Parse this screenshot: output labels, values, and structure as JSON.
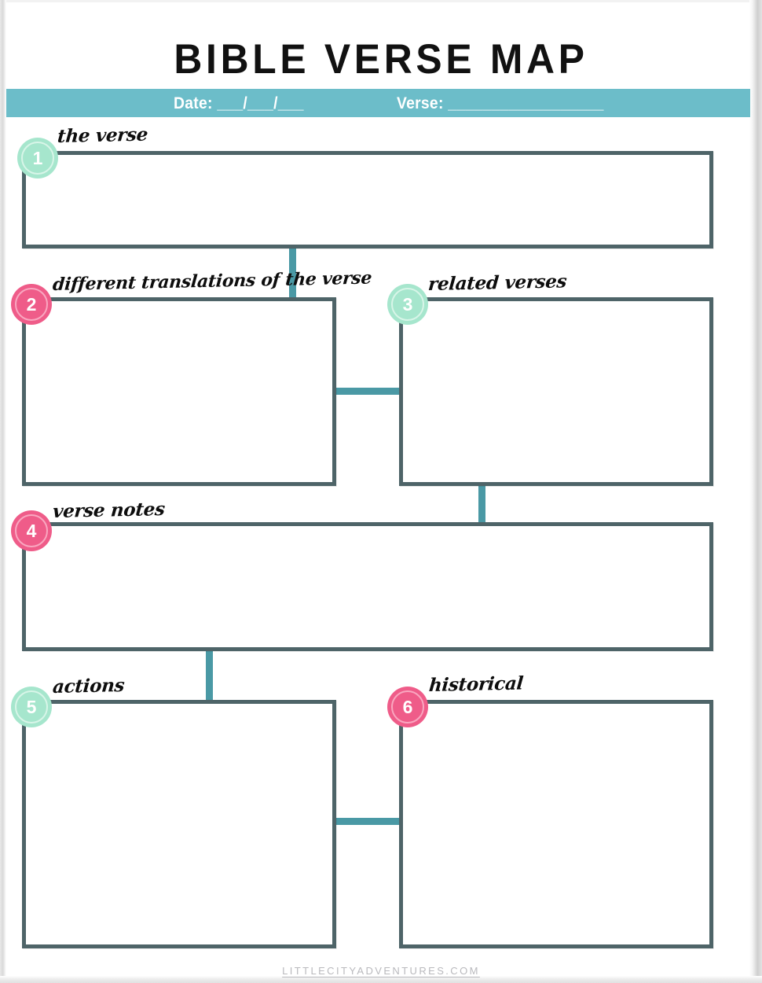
{
  "page": {
    "title": "BIBLE VERSE MAP",
    "footer": "LITTLECITYADVENTURES.COM"
  },
  "header": {
    "date_label": "Date:  ___/___/___",
    "verse_label": "Verse: __________________"
  },
  "colors": {
    "header_bar": "#6cbdc9",
    "box_border": "#4e6468",
    "connector": "#4a99a5",
    "badge_mint": "#a6e6cd",
    "badge_mint_ring": "#d8f5e8",
    "badge_pink": "#ef5c89",
    "badge_pink_ring": "#f9a7c0",
    "title_text": "#111111",
    "footer_text": "#b9b9bd",
    "page_background": "#ffffff"
  },
  "sections": [
    {
      "number": "1",
      "label": "the verse",
      "badge_color": "mint",
      "value": ""
    },
    {
      "number": "2",
      "label": "different translations of the verse",
      "badge_color": "pink",
      "value": ""
    },
    {
      "number": "3",
      "label": "related verses",
      "badge_color": "mint",
      "value": ""
    },
    {
      "number": "4",
      "label": "verse notes",
      "badge_color": "pink",
      "value": ""
    },
    {
      "number": "5",
      "label": "actions",
      "badge_color": "mint",
      "value": ""
    },
    {
      "number": "6",
      "label": "historical",
      "badge_color": "pink",
      "value": ""
    }
  ]
}
